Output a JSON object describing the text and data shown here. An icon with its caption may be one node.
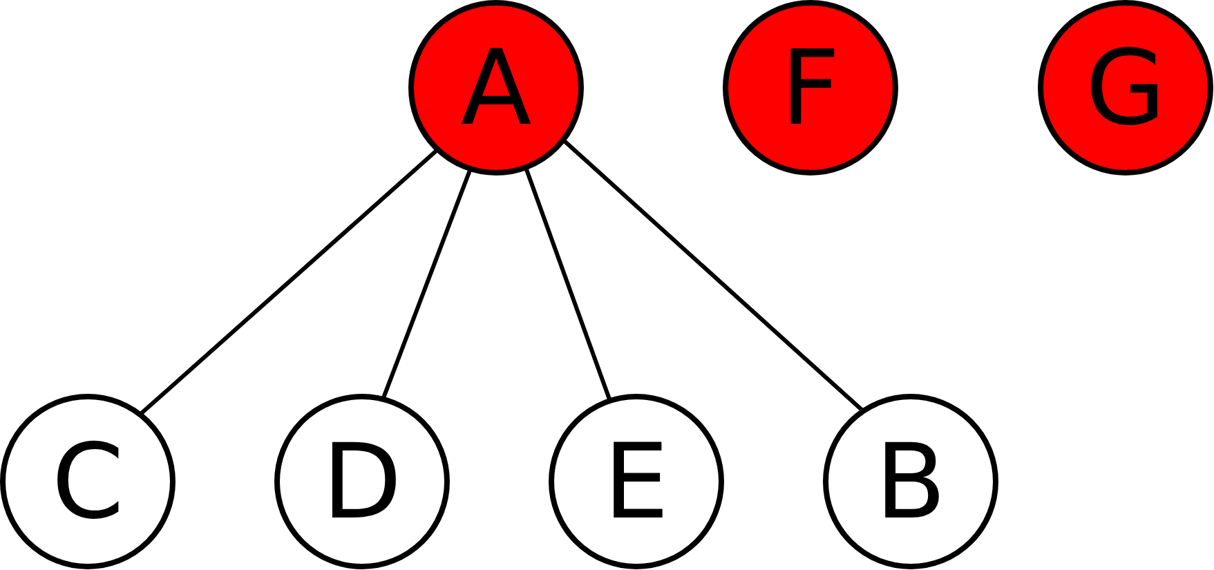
{
  "diagram": {
    "nodes": [
      {
        "text": [
          "A"
        ]
      },
      {
        "text": [
          "F"
        ]
      },
      {
        "text": [
          "G"
        ]
      },
      {
        "text": [
          "C"
        ]
      },
      {
        "text": [
          "D"
        ]
      },
      {
        "text": [
          "E"
        ]
      },
      {
        "text": [
          "B"
        ]
      }
    ],
    "edges": [
      {
        "from": 0,
        "to": 3,
        "arrow": "none"
      },
      {
        "from": 0,
        "to": 4,
        "arrow": "none"
      },
      {
        "from": 0,
        "to": 5,
        "arrow": "none"
      },
      {
        "from": 0,
        "to": 6,
        "arrow": "none"
      }
    ]
  }
}
